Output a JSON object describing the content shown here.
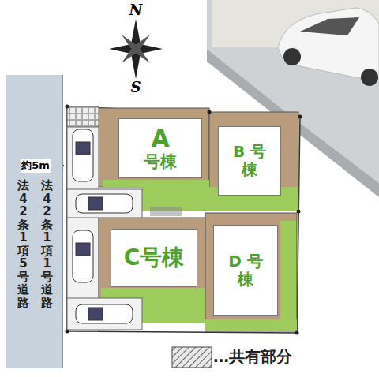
{
  "diagram": {
    "nodes": [
      {
        "text": [
          "法42条1項5号道路",
          "法42条1項1号道路"
        ]
      },
      {
        "text": [
          "A",
          "号棟"
        ]
      },
      {
        "text": [
          "B 号棟"
        ]
      },
      {
        "text": [
          "C号棟"
        ]
      },
      {
        "text": [
          "D 号棟"
        ]
      }
    ],
    "labels": [
      "N",
      "S",
      "約5m"
    ],
    "legend": [
      {
        "text": "…共有部分"
      }
    ]
  }
}
